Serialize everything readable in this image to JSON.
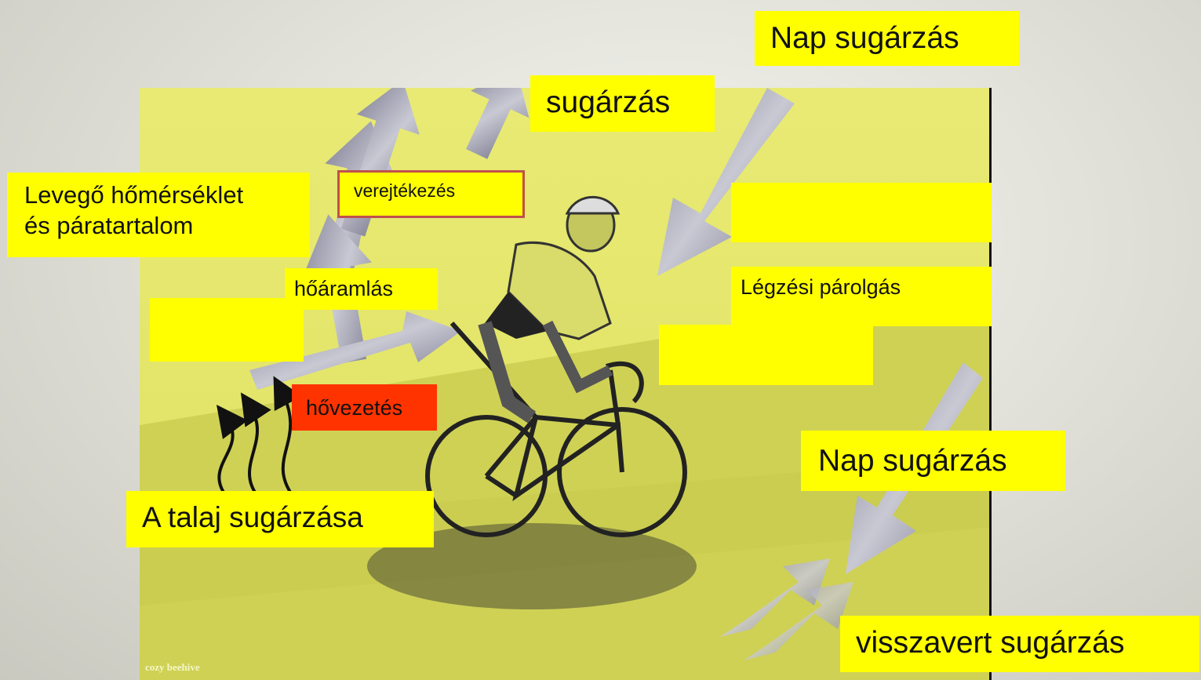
{
  "labels": {
    "sun_top": "Nap sugárzás",
    "radiation": "sugárzás",
    "air": "Levegő hőmérséklet\nés páratartalom",
    "sweating": "verejtékezés",
    "convection": "hőáramlás",
    "respiratory": "Légzési párolgás",
    "conduction": "hővezetés",
    "sun_side": "Nap sugárzás",
    "ground": "A talaj sugárzása",
    "reflected": "visszavert sugárzás"
  },
  "credit": "cozy beehive",
  "colors": {
    "label_bg": "#ffff00",
    "conduction_bg": "#ff3300",
    "sweating_border": "#c0504d",
    "scene_bg": "#e3e56a",
    "arrow": "#9a9aae"
  }
}
